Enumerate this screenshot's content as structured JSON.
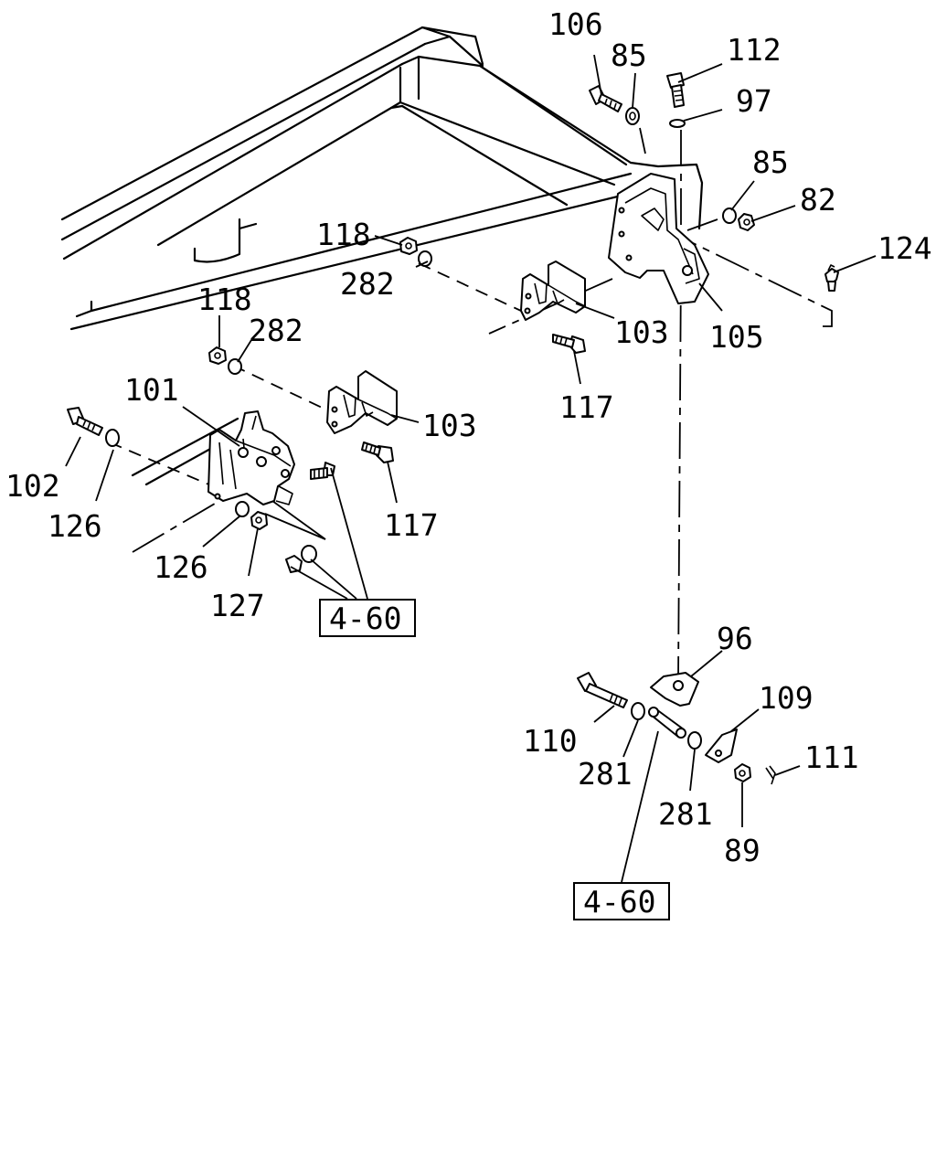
{
  "labels": {
    "p106": "106",
    "p85a": "85",
    "p112": "112",
    "p97": "97",
    "p85b": "85",
    "p82": "82",
    "p124": "124",
    "p105": "105",
    "p118a": "118",
    "p282a": "282",
    "p103a": "103",
    "p117a": "117",
    "p118b": "118",
    "p282b": "282",
    "p101": "101",
    "p103b": "103",
    "p102": "102",
    "p126a": "126",
    "p117b": "117",
    "p126b": "126",
    "p127": "127",
    "p96": "96",
    "p109": "109",
    "p110": "110",
    "p281a": "281",
    "p281b": "281",
    "p111": "111",
    "p89": "89"
  },
  "refs": {
    "ref_left": "4-60",
    "ref_right": "4-60"
  }
}
